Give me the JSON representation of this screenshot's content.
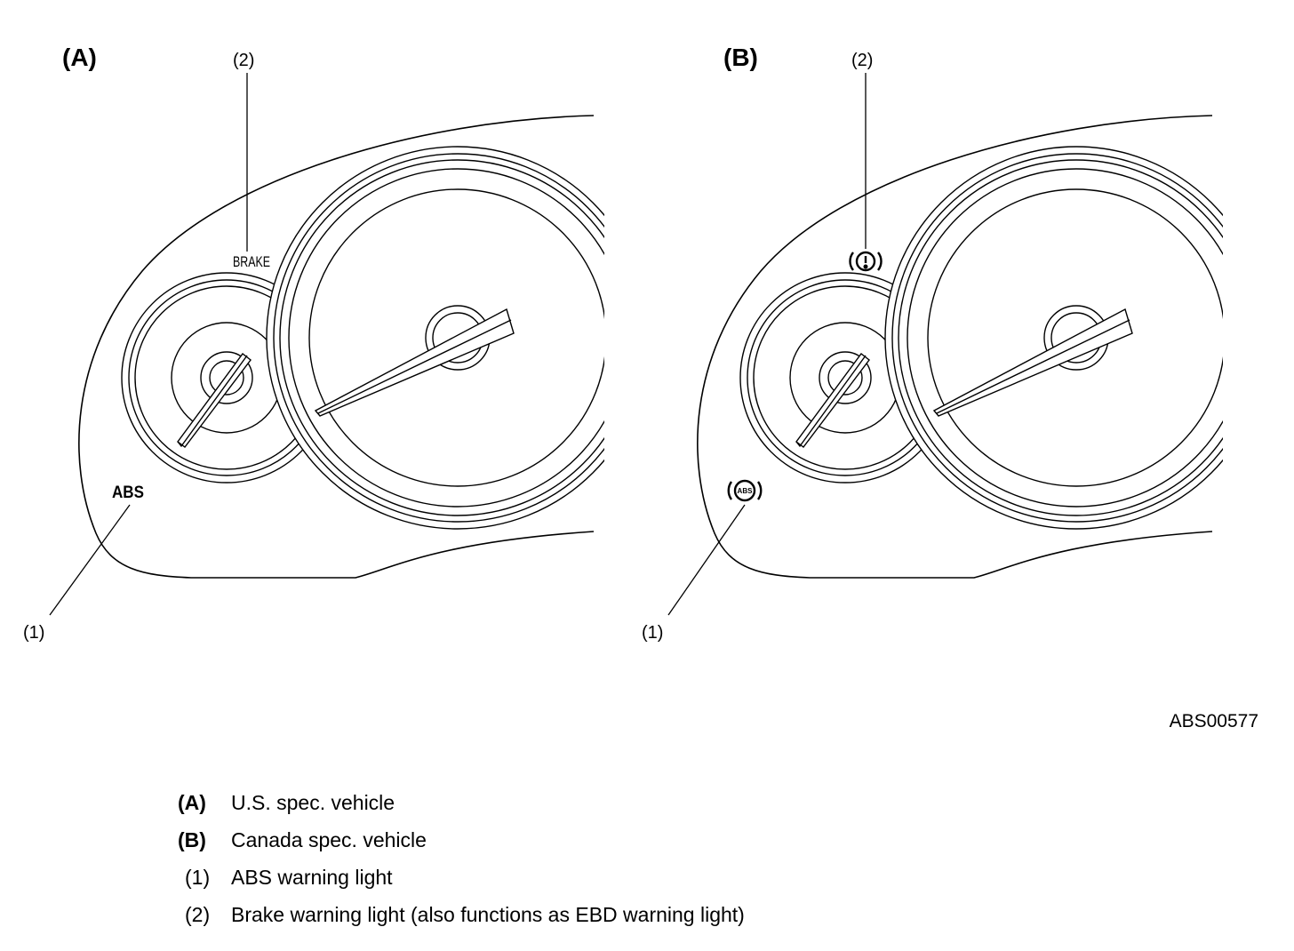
{
  "panels": [
    {
      "id": "A",
      "label": "(A)",
      "callouts": {
        "one": "(1)",
        "two": "(2)"
      },
      "brake_indicator_text": "BRAKE",
      "abs_indicator_text": "ABS"
    },
    {
      "id": "B",
      "label": "(B)",
      "callouts": {
        "one": "(1)",
        "two": "(2)"
      },
      "brake_indicator_icon": "brake-exclamation-circle-icon",
      "abs_indicator_icon": "abs-circle-icon",
      "abs_icon_text": "ABS"
    }
  ],
  "figure_code": "ABS00577",
  "legend": [
    {
      "key": "(A)",
      "text": "U.S. spec. vehicle",
      "bold": true
    },
    {
      "key": "(B)",
      "text": "Canada spec. vehicle",
      "bold": true
    },
    {
      "key": "(1)",
      "text": "ABS warning light",
      "bold": false
    },
    {
      "key": "(2)",
      "text": "Brake warning light (also functions as EBD warning light)",
      "bold": false
    }
  ]
}
